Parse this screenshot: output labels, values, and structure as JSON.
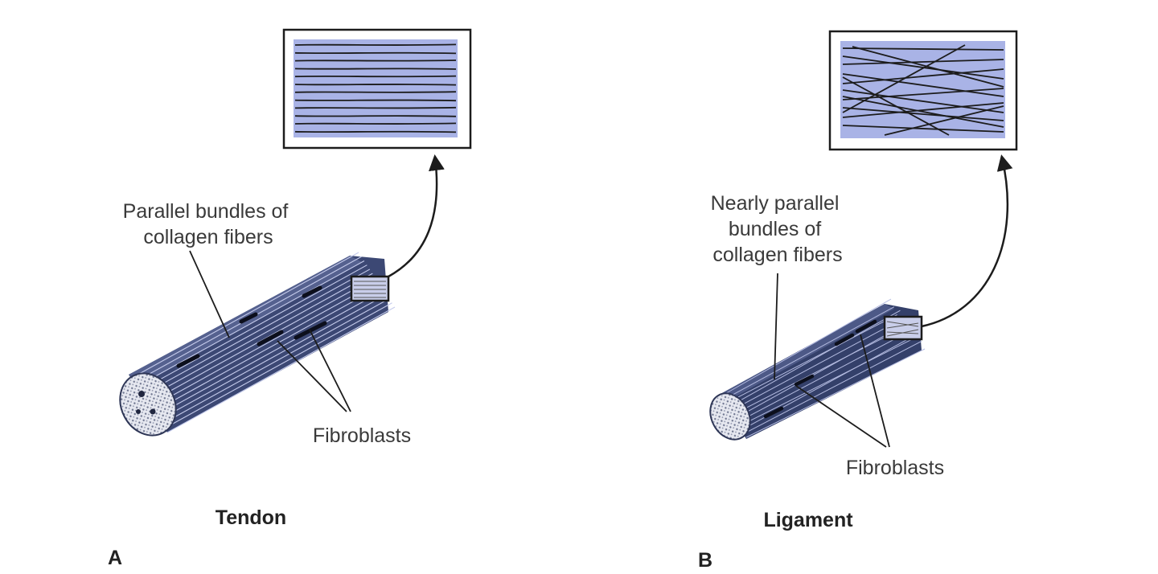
{
  "panel_a": {
    "letter": "A",
    "caption": "Tendon",
    "bundle_label": [
      "Parallel bundles of",
      "collagen fibers"
    ],
    "cell_label": "Fibroblasts"
  },
  "panel_b": {
    "letter": "B",
    "caption": "Ligament",
    "bundle_label": [
      "Nearly parallel",
      "bundles of",
      "collagen fibers"
    ],
    "cell_label": "Fibroblasts"
  },
  "colors": {
    "fiber_fill": "#a9b3e6",
    "tube_dark": "#34406a",
    "tube_mid": "#56628f",
    "ink": "#1c1c1c"
  }
}
